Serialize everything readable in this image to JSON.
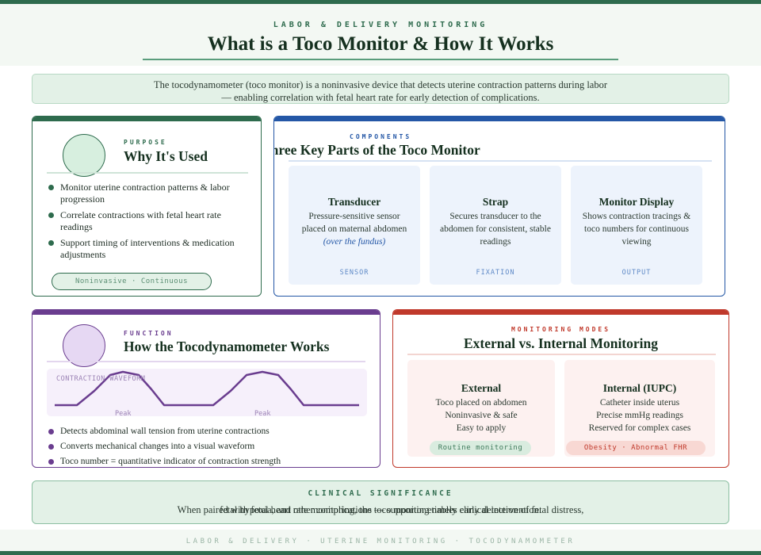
{
  "header": {
    "eyebrow": "LABOR & DELIVERY MONITORING",
    "title": "What is a Toco Monitor & How It Works"
  },
  "intro": {
    "text": "The tocodynamometer (toco monitor) is a noninvasive device that detects uterine contraction patterns during labor — enabling correlation with fetal heart rate for early detection of complications."
  },
  "purpose": {
    "tag": "PURPOSE",
    "title": "Why It's Used",
    "bullets": [
      "Monitor uterine contraction patterns & labor progression",
      "Correlate contractions with fetal heart rate readings",
      "Support timing of interventions & medication adjustments"
    ],
    "pill": "Noninvasive · Continuous"
  },
  "components": {
    "tag": "COMPONENTS",
    "title": "Three Key Parts of the Toco Monitor",
    "items": [
      {
        "name": "Transducer",
        "desc": "Pressure-sensitive sensor placed on maternal abdomen",
        "note": "(over the fundus)",
        "tag": "SENSOR"
      },
      {
        "name": "Strap",
        "desc": "Secures transducer to the abdomen for consistent, stable readings",
        "note": "",
        "tag": "FIXATION"
      },
      {
        "name": "Monitor Display",
        "desc": "Shows contraction tracings & toco numbers for continuous viewing",
        "note": "",
        "tag": "OUTPUT"
      }
    ]
  },
  "function": {
    "tag": "FUNCTION",
    "title": "How the Tocodynamometer Works",
    "waveform_label": "CONTRACTION WAVEFORM",
    "peak_labels": [
      "Peak",
      "Peak"
    ],
    "bullets": [
      "Detects abdominal wall tension from uterine contractions",
      "Converts mechanical changes into a visual waveform",
      "Toco number = quantitative indicator of contraction strength"
    ]
  },
  "modes": {
    "tag": "MONITORING MODES",
    "title": "External vs. Internal Monitoring",
    "items": [
      {
        "name": "External",
        "lines": [
          "Toco placed on abdomen",
          "Noninvasive & safe",
          "Easy to apply"
        ],
        "pill": "Routine monitoring"
      },
      {
        "name": "Internal (IUPC)",
        "lines": [
          "Catheter inside uterus",
          "Precise mmHg readings",
          "Reserved for complex cases"
        ],
        "pill": "Obesity · Abnormal FHR"
      }
    ]
  },
  "significance": {
    "tag": "CLINICAL SIGNIFICANCE",
    "text_a": "When paired with fetal heart rate monitoring, the toco monitor enables early detection of fetal distress,",
    "text_b": "fetal hypoxia, and other complications — supporting timely clinical intervention."
  },
  "footer": {
    "text": "LABOR & DELIVERY · UTERINE MONITORING · TOCODYNAMOMETER"
  },
  "colors": {
    "green": "#2e6b4d",
    "blue": "#2457a6",
    "purple": "#6a3d8f",
    "red": "#c0392b"
  }
}
